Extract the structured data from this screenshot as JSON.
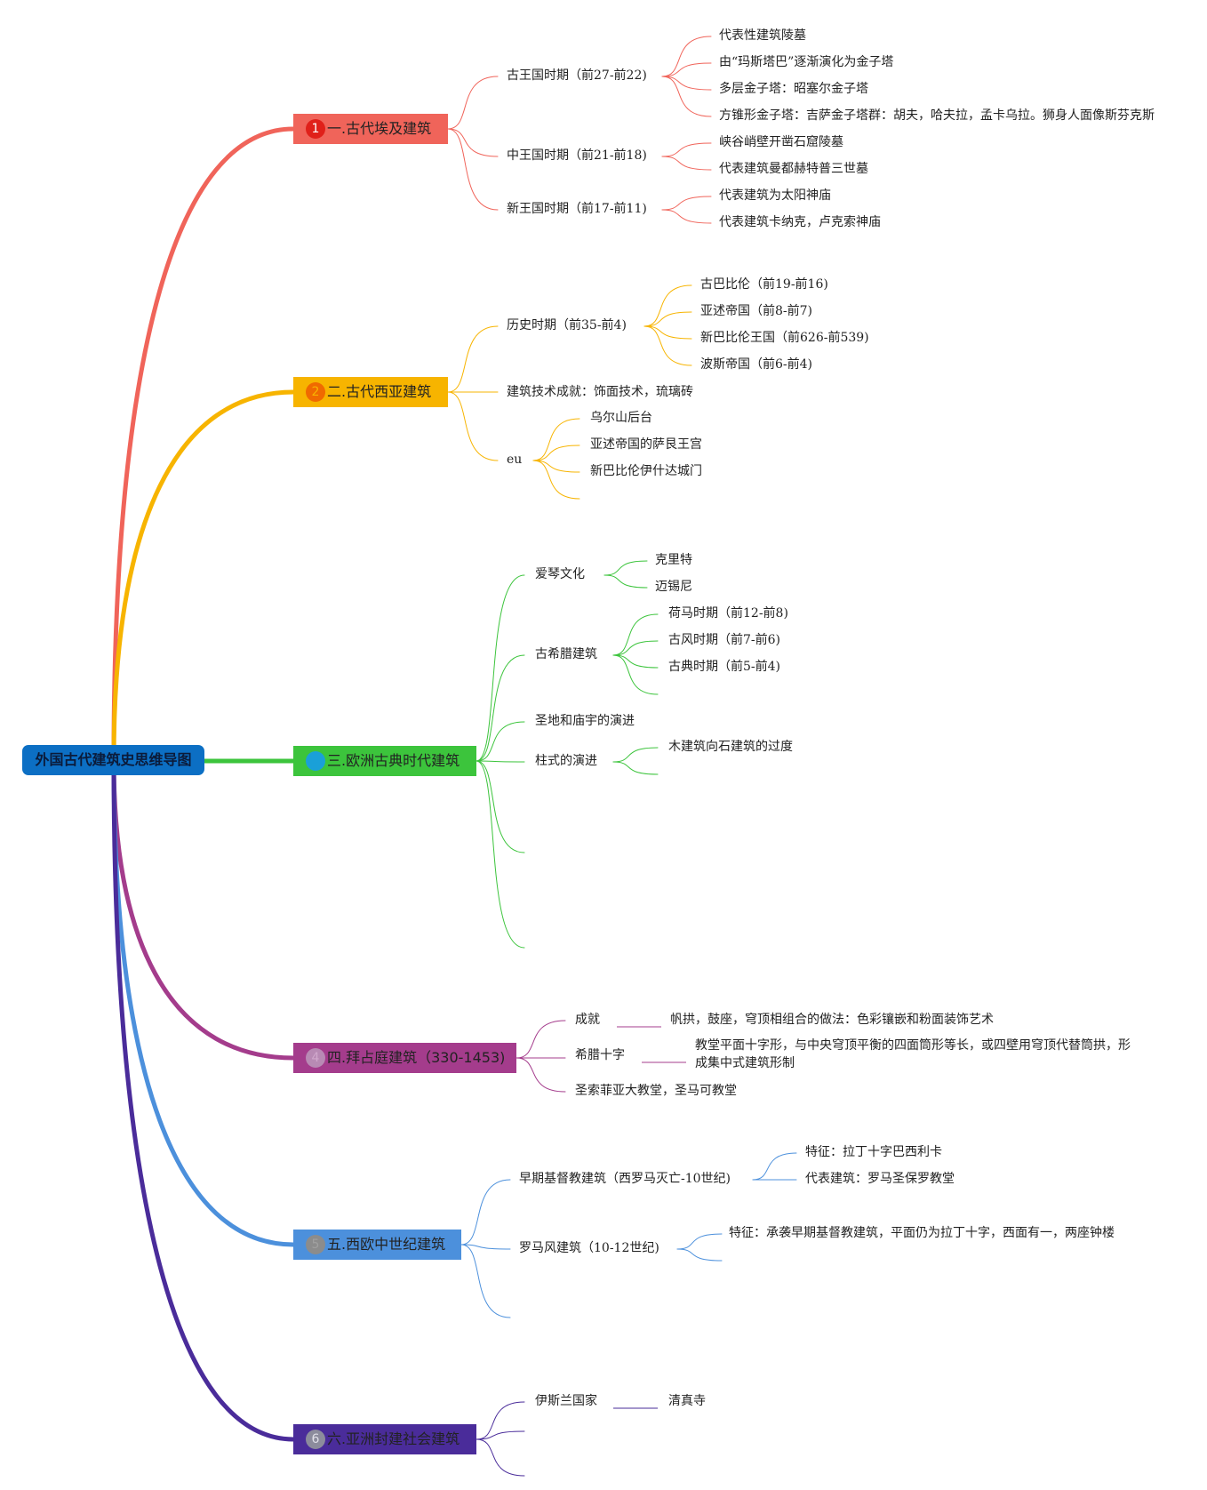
{
  "mindmap": {
    "root": {
      "label": "外国古代建筑史思维导图"
    },
    "branches": [
      {
        "id": "b1",
        "number": "1",
        "label": "一.古代埃及建筑",
        "color": "#f0645a",
        "badge_color": "#e0201a",
        "badge_text_color": "#ffffff",
        "children": [
          {
            "label": "古王国时期（前27-前22)",
            "children": [
              "代表性建筑陵墓",
              "由“玛斯塔巴”逐渐演化为金子塔",
              "多层金子塔：昭塞尔金子塔",
              "方锥形金子塔：吉萨金子塔群：胡夫，哈夫拉，孟卡乌拉。狮身人面像斯芬克斯"
            ]
          },
          {
            "label": "中王国时期（前21-前18)",
            "children": [
              "峡谷峭壁开凿石窟陵墓",
              "代表建筑曼都赫特普三世墓"
            ]
          },
          {
            "label": "新王国时期（前17-前11)",
            "children": [
              "代表建筑为太阳神庙",
              "代表建筑卡纳克，卢克索神庙"
            ]
          }
        ]
      },
      {
        "id": "b2",
        "number": "2",
        "label": "二.古代西亚建筑",
        "color": "#f7b400",
        "badge_color": "#f06a00",
        "badge_text_color": "#f7b400",
        "children": [
          {
            "label": "历史时期（前35-前4)",
            "children": [
              "古巴比伦（前19-前16)",
              "亚述帝国（前8-前7)",
              "新巴比伦王国（前626-前539)",
              "波斯帝国（前6-前4)"
            ]
          },
          {
            "label": "建筑技术成就：饰面技术，琉璃砖",
            "children": []
          },
          {
            "label": "eu",
            "children": [
              "乌尔山后台",
              "亚述帝国的萨艮王宫",
              "新巴比伦伊什达城门"
            ]
          }
        ]
      },
      {
        "id": "b3",
        "number": "3",
        "label": "三.欧洲古典时代建筑",
        "color": "#3cc43c",
        "badge_color": "#1aa0d8",
        "badge_text_color": "#1aa0d8",
        "children": [
          {
            "label": "爱琴文化",
            "children": [
              "克里特",
              "迈锡尼"
            ]
          },
          {
            "label": "古希腊建筑",
            "children": [
              "荷马时期（前12-前8)",
              "古风时期（前7-前6)",
              "古典时期（前5-前4)"
            ]
          },
          {
            "label": "圣地和庙宇的演进",
            "children": []
          },
          {
            "label": "柱式的演进",
            "children": [
              "木建筑向石建筑的过度"
            ]
          }
        ]
      },
      {
        "id": "b4",
        "number": "4",
        "label": "四.拜占庭建筑（330-1453)",
        "color": "#a43c8c",
        "badge_color": "#b88ab4",
        "badge_text_color": "#d0a8cc",
        "children": [
          {
            "label": "成就",
            "children": [
              "帆拱，鼓座，穹顶相组合的做法：色彩镶嵌和粉面装饰艺术"
            ]
          },
          {
            "label": "希腊十字",
            "children": [
              "教堂平面十字形，与中央穹顶平衡的四面筒形等长，或四壁用穹顶代替筒拱，形成集中式建筑形制"
            ]
          },
          {
            "label": "圣索菲亚大教堂，圣马可教堂",
            "children": []
          }
        ]
      },
      {
        "id": "b5",
        "number": "5",
        "label": "五.西欧中世纪建筑",
        "color": "#4c90dc",
        "badge_color": "#8c8c8c",
        "badge_text_color": "#a0a0a0",
        "children": [
          {
            "label": "早期基督教建筑（西罗马灭亡-10世纪)",
            "children": [
              "特征：拉丁十字巴西利卡",
              "代表建筑：罗马圣保罗教堂"
            ]
          },
          {
            "label": "罗马风建筑（10-12世纪)",
            "children": [
              "特征：承袭早期基督教建筑，平面仍为拉丁十字，西面有一，两座钟楼"
            ]
          }
        ]
      },
      {
        "id": "b6",
        "number": "6",
        "label": "六.亚洲封建社会建筑",
        "color": "#4a2c9a",
        "badge_color": "#8c8c9c",
        "badge_text_color": "#e0e0e8",
        "children": [
          {
            "label": "伊斯兰国家",
            "children": [
              "清真寺"
            ]
          }
        ]
      }
    ]
  }
}
